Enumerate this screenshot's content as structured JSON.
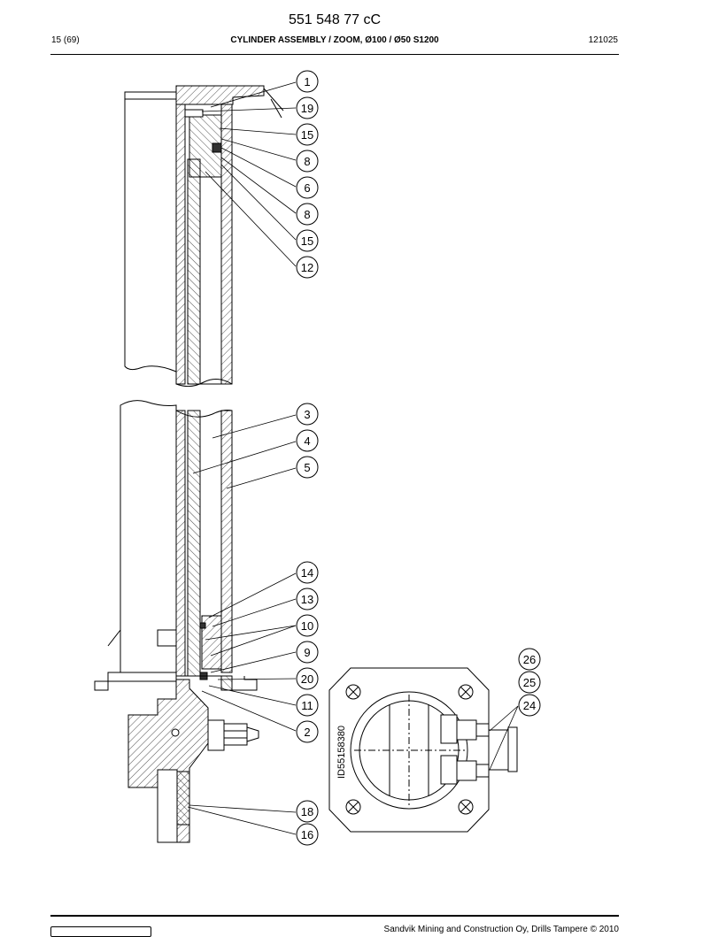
{
  "header": {
    "doc_number": "551 548 77 cC",
    "page": "15 (69)",
    "title": "CYLINDER ASSEMBLY / ZOOM, Ø100 / Ø50 S1200",
    "code": "121025"
  },
  "drawing": {
    "image_id": "ID55158380",
    "callouts": [
      "1",
      "19",
      "15",
      "8",
      "6",
      "8",
      "15",
      "12",
      "3",
      "4",
      "5",
      "14",
      "13",
      "10",
      "9",
      "20",
      "11",
      "2",
      "18",
      "16",
      "26",
      "25",
      "24"
    ]
  },
  "footer": {
    "company": "Sandvik Mining and Construction Oy, Drills Tampere © 2010"
  }
}
